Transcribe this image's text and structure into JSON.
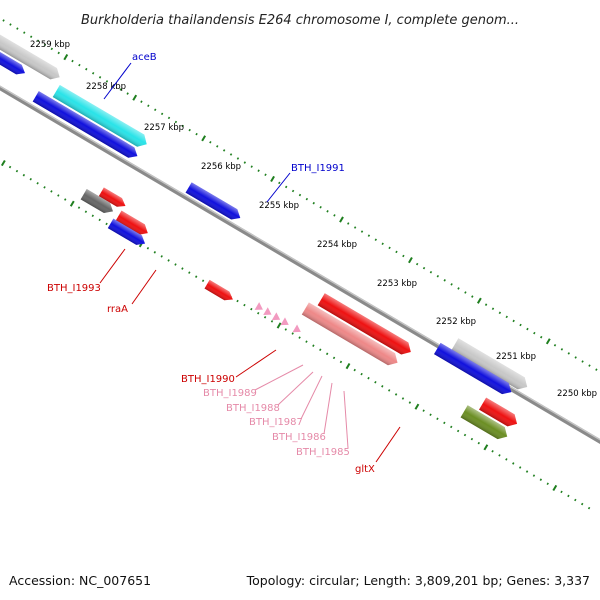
{
  "header": {
    "title": "Burkholderia thailandensis E264 chromosome I, complete genom..."
  },
  "footer": {
    "accession": "Accession: NC_007651",
    "topology": "Topology: circular; Length: 3,809,201 bp; Genes: 3,337"
  },
  "colors": {
    "backbone": "#8a8a8a",
    "tick": "#1f7f1f",
    "label_red": "#cc0000",
    "label_blue": "#0000cc",
    "label_pink": "#e58aa8"
  },
  "scale_labels": [
    "2259 kbp",
    "2258 kbp",
    "2257 kbp",
    "2256 kbp",
    "2255 kbp",
    "2254 kbp",
    "2253 kbp",
    "2252 kbp",
    "2251 kbp",
    "2250 kbp"
  ],
  "gene_labels": [
    {
      "name": "aceB",
      "color": "blue"
    },
    {
      "name": "BTH_I1991",
      "color": "blue"
    },
    {
      "name": "BTH_I1993",
      "color": "red"
    },
    {
      "name": "rraA",
      "color": "red"
    },
    {
      "name": "BTH_I1990",
      "color": "red"
    },
    {
      "name": "BTH_I1989",
      "color": "pink"
    },
    {
      "name": "BTH_I1988",
      "color": "pink"
    },
    {
      "name": "BTH_I1987",
      "color": "pink"
    },
    {
      "name": "BTH_I1986",
      "color": "pink"
    },
    {
      "name": "BTH_I1985",
      "color": "pink"
    },
    {
      "name": "gltX",
      "color": "red"
    }
  ],
  "features": [
    {
      "name": "gene-grey-1",
      "color": "#c8c8c8"
    },
    {
      "name": "gene-cyan-aceB",
      "color": "#29e3e8"
    },
    {
      "name": "gene-blue-1",
      "color": "#1010dd"
    },
    {
      "name": "gene-blue-2",
      "color": "#1010dd"
    },
    {
      "name": "gene-blue-BTH_I1991",
      "color": "#1010dd"
    },
    {
      "name": "gene-red-1",
      "color": "#ee1111"
    },
    {
      "name": "gene-darkgrey-BTH_I1993",
      "color": "#666666"
    },
    {
      "name": "gene-red-2",
      "color": "#ee1111"
    },
    {
      "name": "gene-blue-rraA",
      "color": "#1010dd"
    },
    {
      "name": "gene-red-BTH_I1990",
      "color": "#ee1111"
    },
    {
      "name": "gene-red-3",
      "color": "#ee1111"
    },
    {
      "name": "gene-salmon-gltX",
      "color": "#ee8888"
    },
    {
      "name": "gene-grey-2",
      "color": "#c8c8c8"
    },
    {
      "name": "gene-blue-3",
      "color": "#1010dd"
    },
    {
      "name": "gene-red-4",
      "color": "#ee1111"
    },
    {
      "name": "gene-olive",
      "color": "#6b8e23"
    }
  ]
}
